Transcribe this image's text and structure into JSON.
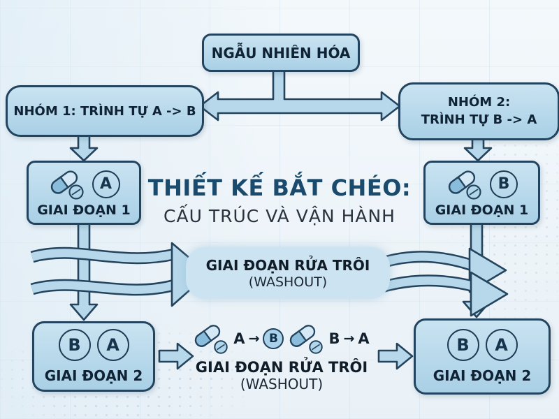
{
  "diagram": {
    "randomization": "NGẪU NHIÊN HÓA",
    "group1": "NHÓM 1: TRÌNH TỰ A -> B",
    "group2_line1": "NHÓM 2:",
    "group2_line2": "TRÌNH TỰ B -> A",
    "phase1_left": {
      "badge": "A",
      "label": "GIAI ĐOẠN 1"
    },
    "phase1_right": {
      "badge": "B",
      "label": "GIAI ĐOẠN 1"
    },
    "title_line1": "THIẾT KẾ BẮT CHÉO:",
    "title_line2": "CẤU TRÚC VÀ VẬN HÀNH",
    "washout_mid_line1": "GIAI ĐOẠN RỬA TRÔI",
    "washout_mid_line2": "(WASHOUT)",
    "phase2_left": {
      "badge1": "B",
      "badge2": "A",
      "label": "GIAI ĐOẠN 2"
    },
    "phase2_right": {
      "badge1": "B",
      "badge2": "A",
      "label": "GIAI ĐOẠN 2"
    },
    "washout_bottom": {
      "seq1_from": "A",
      "seq1_arrow": "→",
      "seq1_to": "B",
      "seq2_from": "B",
      "seq2_arrow": "→",
      "seq2_to": "A",
      "line1": "GIAI ĐOẠN RỬA TRÔI",
      "line2": "(WASHOUT)"
    },
    "colors": {
      "box_fill": "#b7d8ea",
      "box_border": "#22445f",
      "title_blue": "#1a4a6c",
      "text_dark": "#0f2335",
      "washout_band": "#cce3f1"
    }
  }
}
